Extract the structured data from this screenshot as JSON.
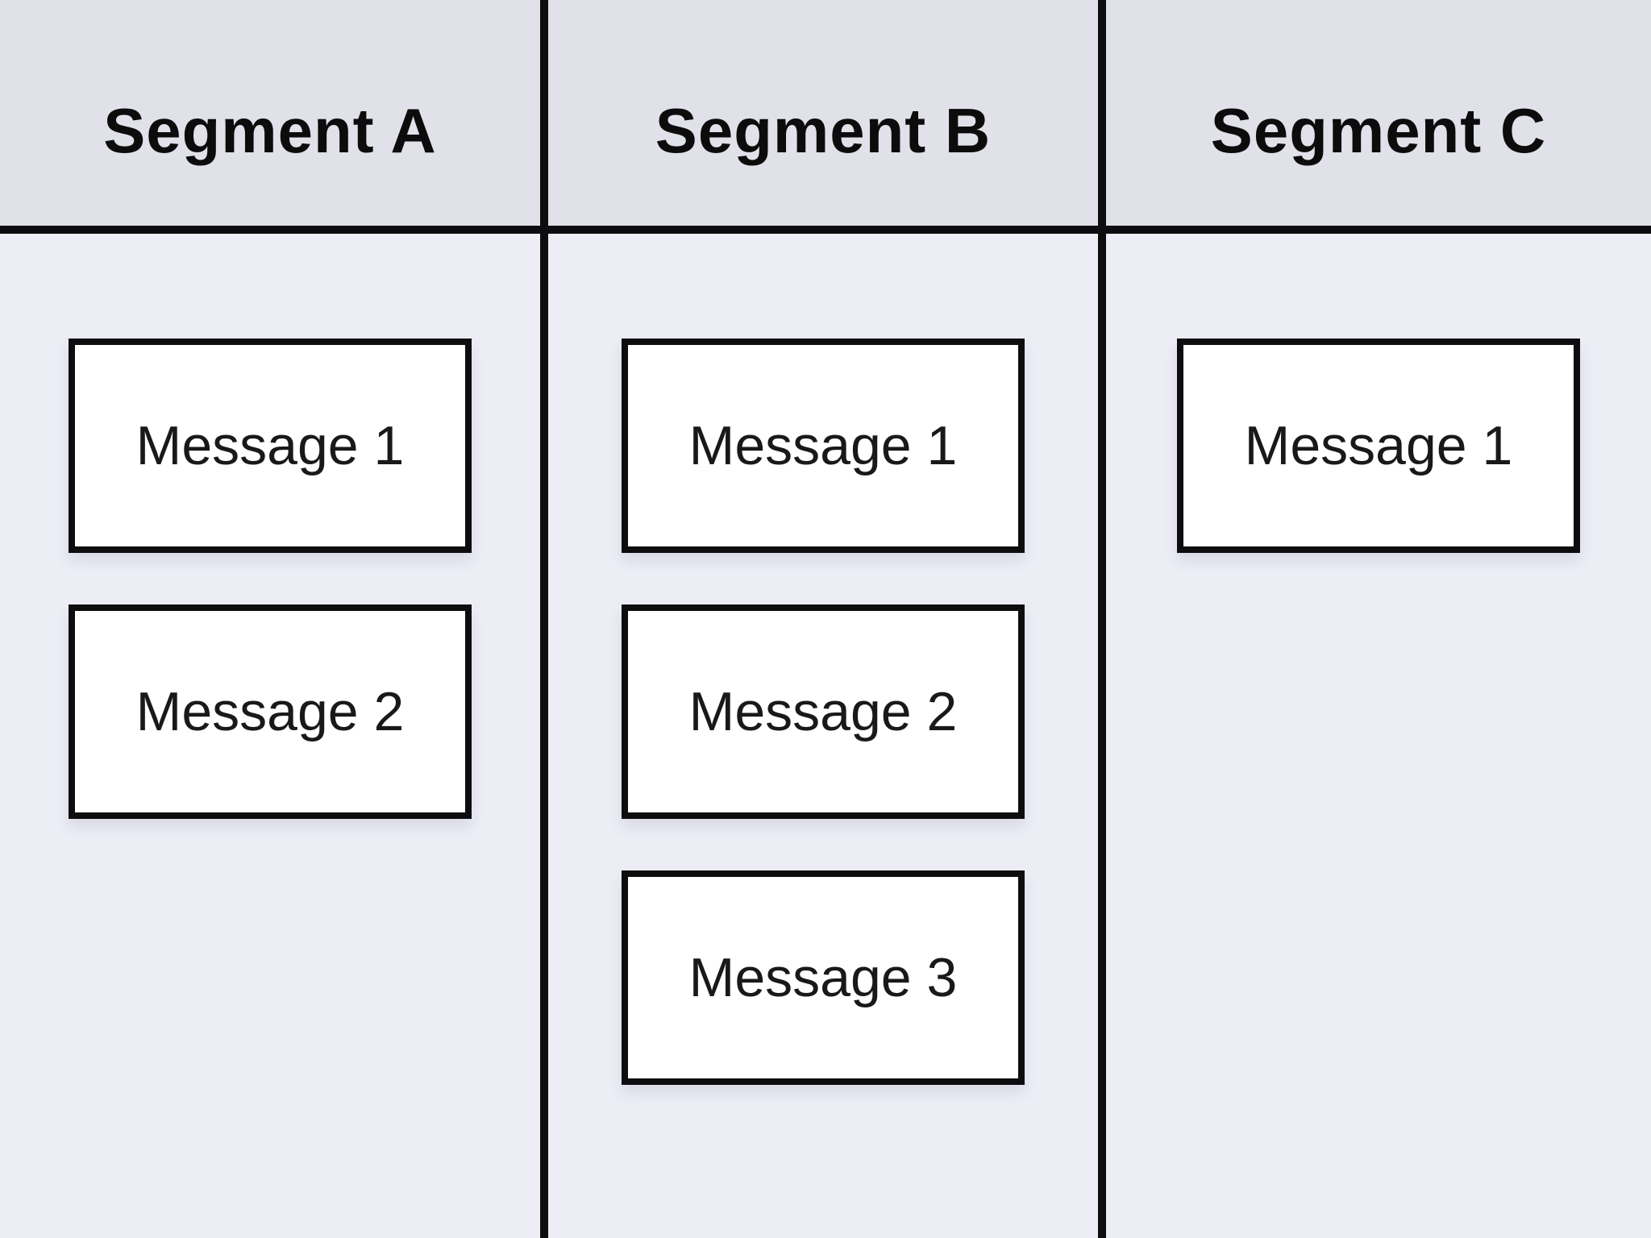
{
  "board": {
    "columns": [
      {
        "title": "Segment A",
        "messages": [
          "Message 1",
          "Message 2"
        ]
      },
      {
        "title": "Segment B",
        "messages": [
          "Message 1",
          "Message 2",
          "Message 3"
        ]
      },
      {
        "title": "Segment C",
        "messages": [
          "Message 1"
        ]
      }
    ]
  },
  "colors": {
    "header_band": "#e1e1ea",
    "body_background": "#ededf6",
    "divider_line": "#0d0d0f",
    "card_background": "#ffffff",
    "card_border": "#0d0d0f",
    "header_text": "#0c0c0c",
    "card_text": "#191919"
  }
}
